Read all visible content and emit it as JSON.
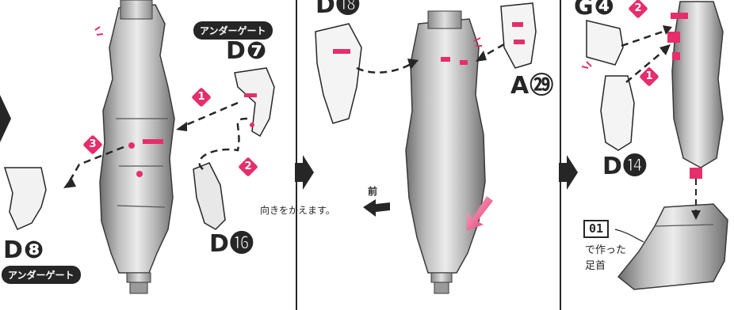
{
  "panel1": {
    "pill_top": "アンダーゲート",
    "part_d7": "D❼",
    "part_d8": "D❽",
    "pill_bottom": "アンダーゲート",
    "part_d16": "D⓰",
    "steps": [
      "1",
      "2",
      "3"
    ]
  },
  "panel2": {
    "part_d18": "D⓲",
    "part_a29": "A㉙",
    "front_label": "前",
    "turn_label": "向きをかえます。"
  },
  "panel3": {
    "part_g4": "G❹",
    "part_d14": "D⓮",
    "steps": [
      "2",
      "1"
    ],
    "ref_box": "01",
    "ref_caption_1": "で作った",
    "ref_caption_2": "足首"
  },
  "colors": {
    "accent_pink": "#e52e6b",
    "ink": "#262626",
    "part_gray": "#c8c8c8"
  }
}
